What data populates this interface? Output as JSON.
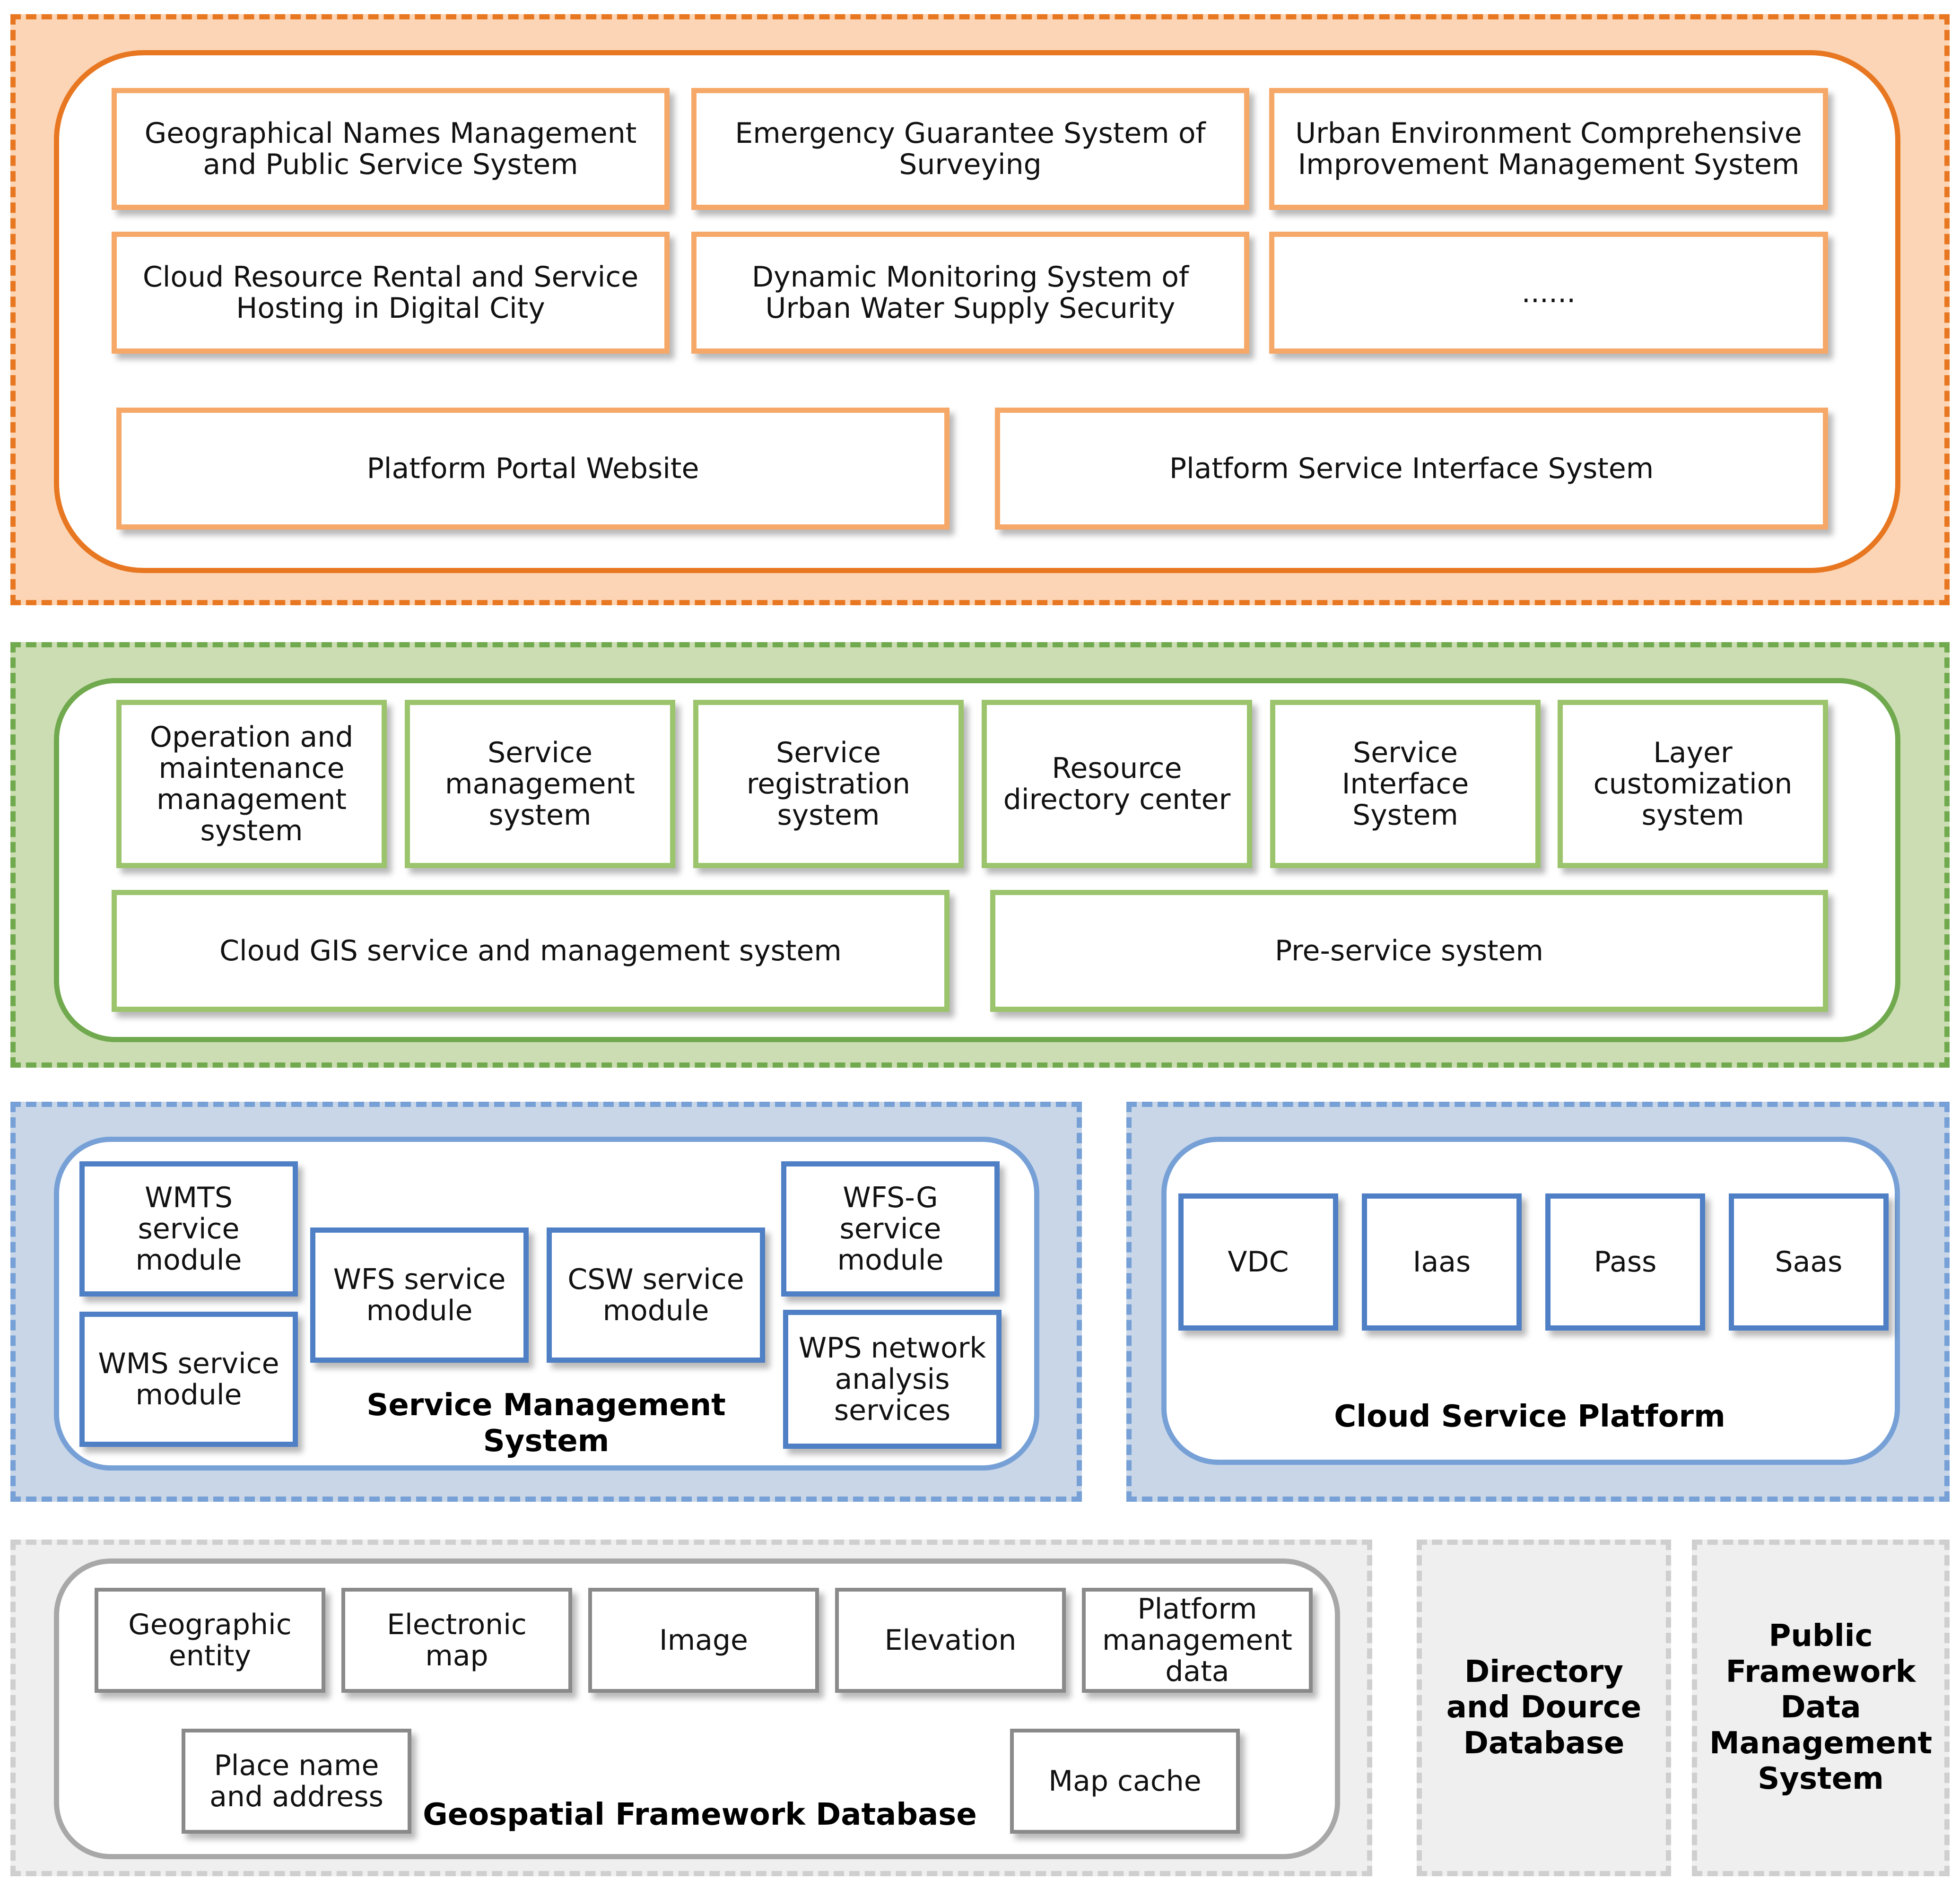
{
  "application_layer": {
    "row1": [
      "Geographical Names Management and Public Service System",
      "Emergency Guarantee System of Surveying",
      "Urban Environment Comprehensive Improvement Management System"
    ],
    "row2": [
      "Cloud Resource Rental and Service Hosting in Digital City",
      "Dynamic Monitoring System of Urban Water Supply Security",
      "......"
    ],
    "portal": "Platform Portal Website",
    "interface": "Platform Service Interface System"
  },
  "service_layer": {
    "row1": [
      "Operation and maintenance management system",
      "Service management system",
      "Service registration system",
      "Resource directory center",
      "Service Interface System",
      "Layer customization system"
    ],
    "cloud_gis": "Cloud GIS service and management system",
    "pre_service": "Pre-service system"
  },
  "service_management": {
    "title": "Service Management System",
    "wmts": "WMTS service module",
    "wms": "WMS service module",
    "wfs": "WFS service module",
    "csw": "CSW service module",
    "wfsg": "WFS-G service module",
    "wps": "WPS network analysis services"
  },
  "cloud_platform": {
    "title": "Cloud Service Platform",
    "items": [
      "VDC",
      "Iaas",
      "Pass",
      "Saas"
    ]
  },
  "geospatial_db": {
    "title": "Geospatial Framework Database",
    "row1": [
      "Geographic entity",
      "Electronic map",
      "Image",
      "Elevation",
      "Platform management data"
    ],
    "place_name": "Place name and address",
    "map_cache": "Map cache"
  },
  "directory_db": "Directory and Dource Database",
  "public_framework": "Public Framework Data Management System",
  "colors": {
    "orange": "#E87722",
    "green": "#70A94E",
    "blue": "#4F7FC5",
    "gray": "#A8A8A8"
  }
}
